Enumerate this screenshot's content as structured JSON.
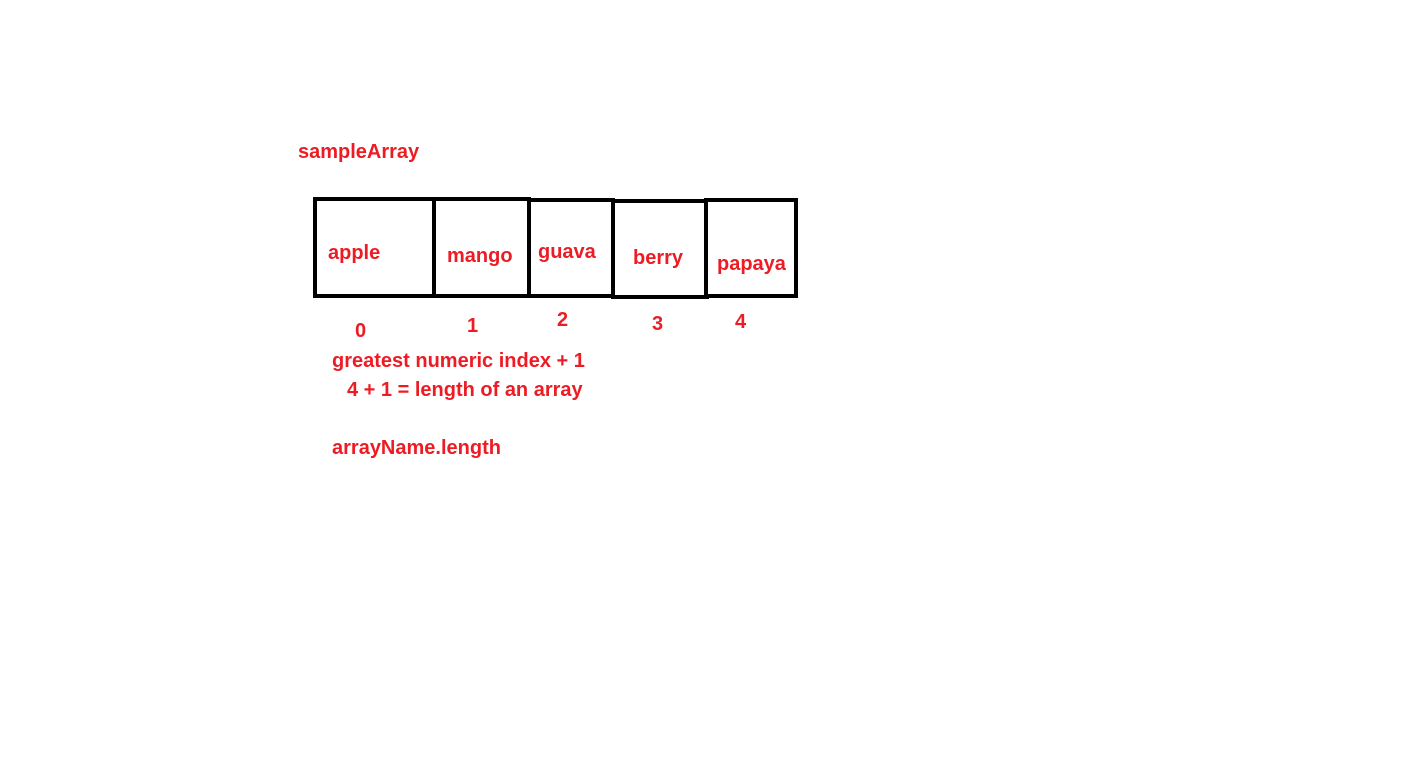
{
  "array_name": "sampleArray",
  "cells": [
    {
      "value": "apple",
      "index": "0"
    },
    {
      "value": "mango",
      "index": "1"
    },
    {
      "value": "guava",
      "index": "2"
    },
    {
      "value": "berry",
      "index": "3"
    },
    {
      "value": "papaya",
      "index": "4"
    }
  ],
  "notes": {
    "line1": "greatest numeric index + 1",
    "line2": "4 + 1 = length of an array",
    "line3": "arrayName.length"
  },
  "colors": {
    "text": "#ed1c24",
    "border": "#000000",
    "background": "#ffffff"
  }
}
